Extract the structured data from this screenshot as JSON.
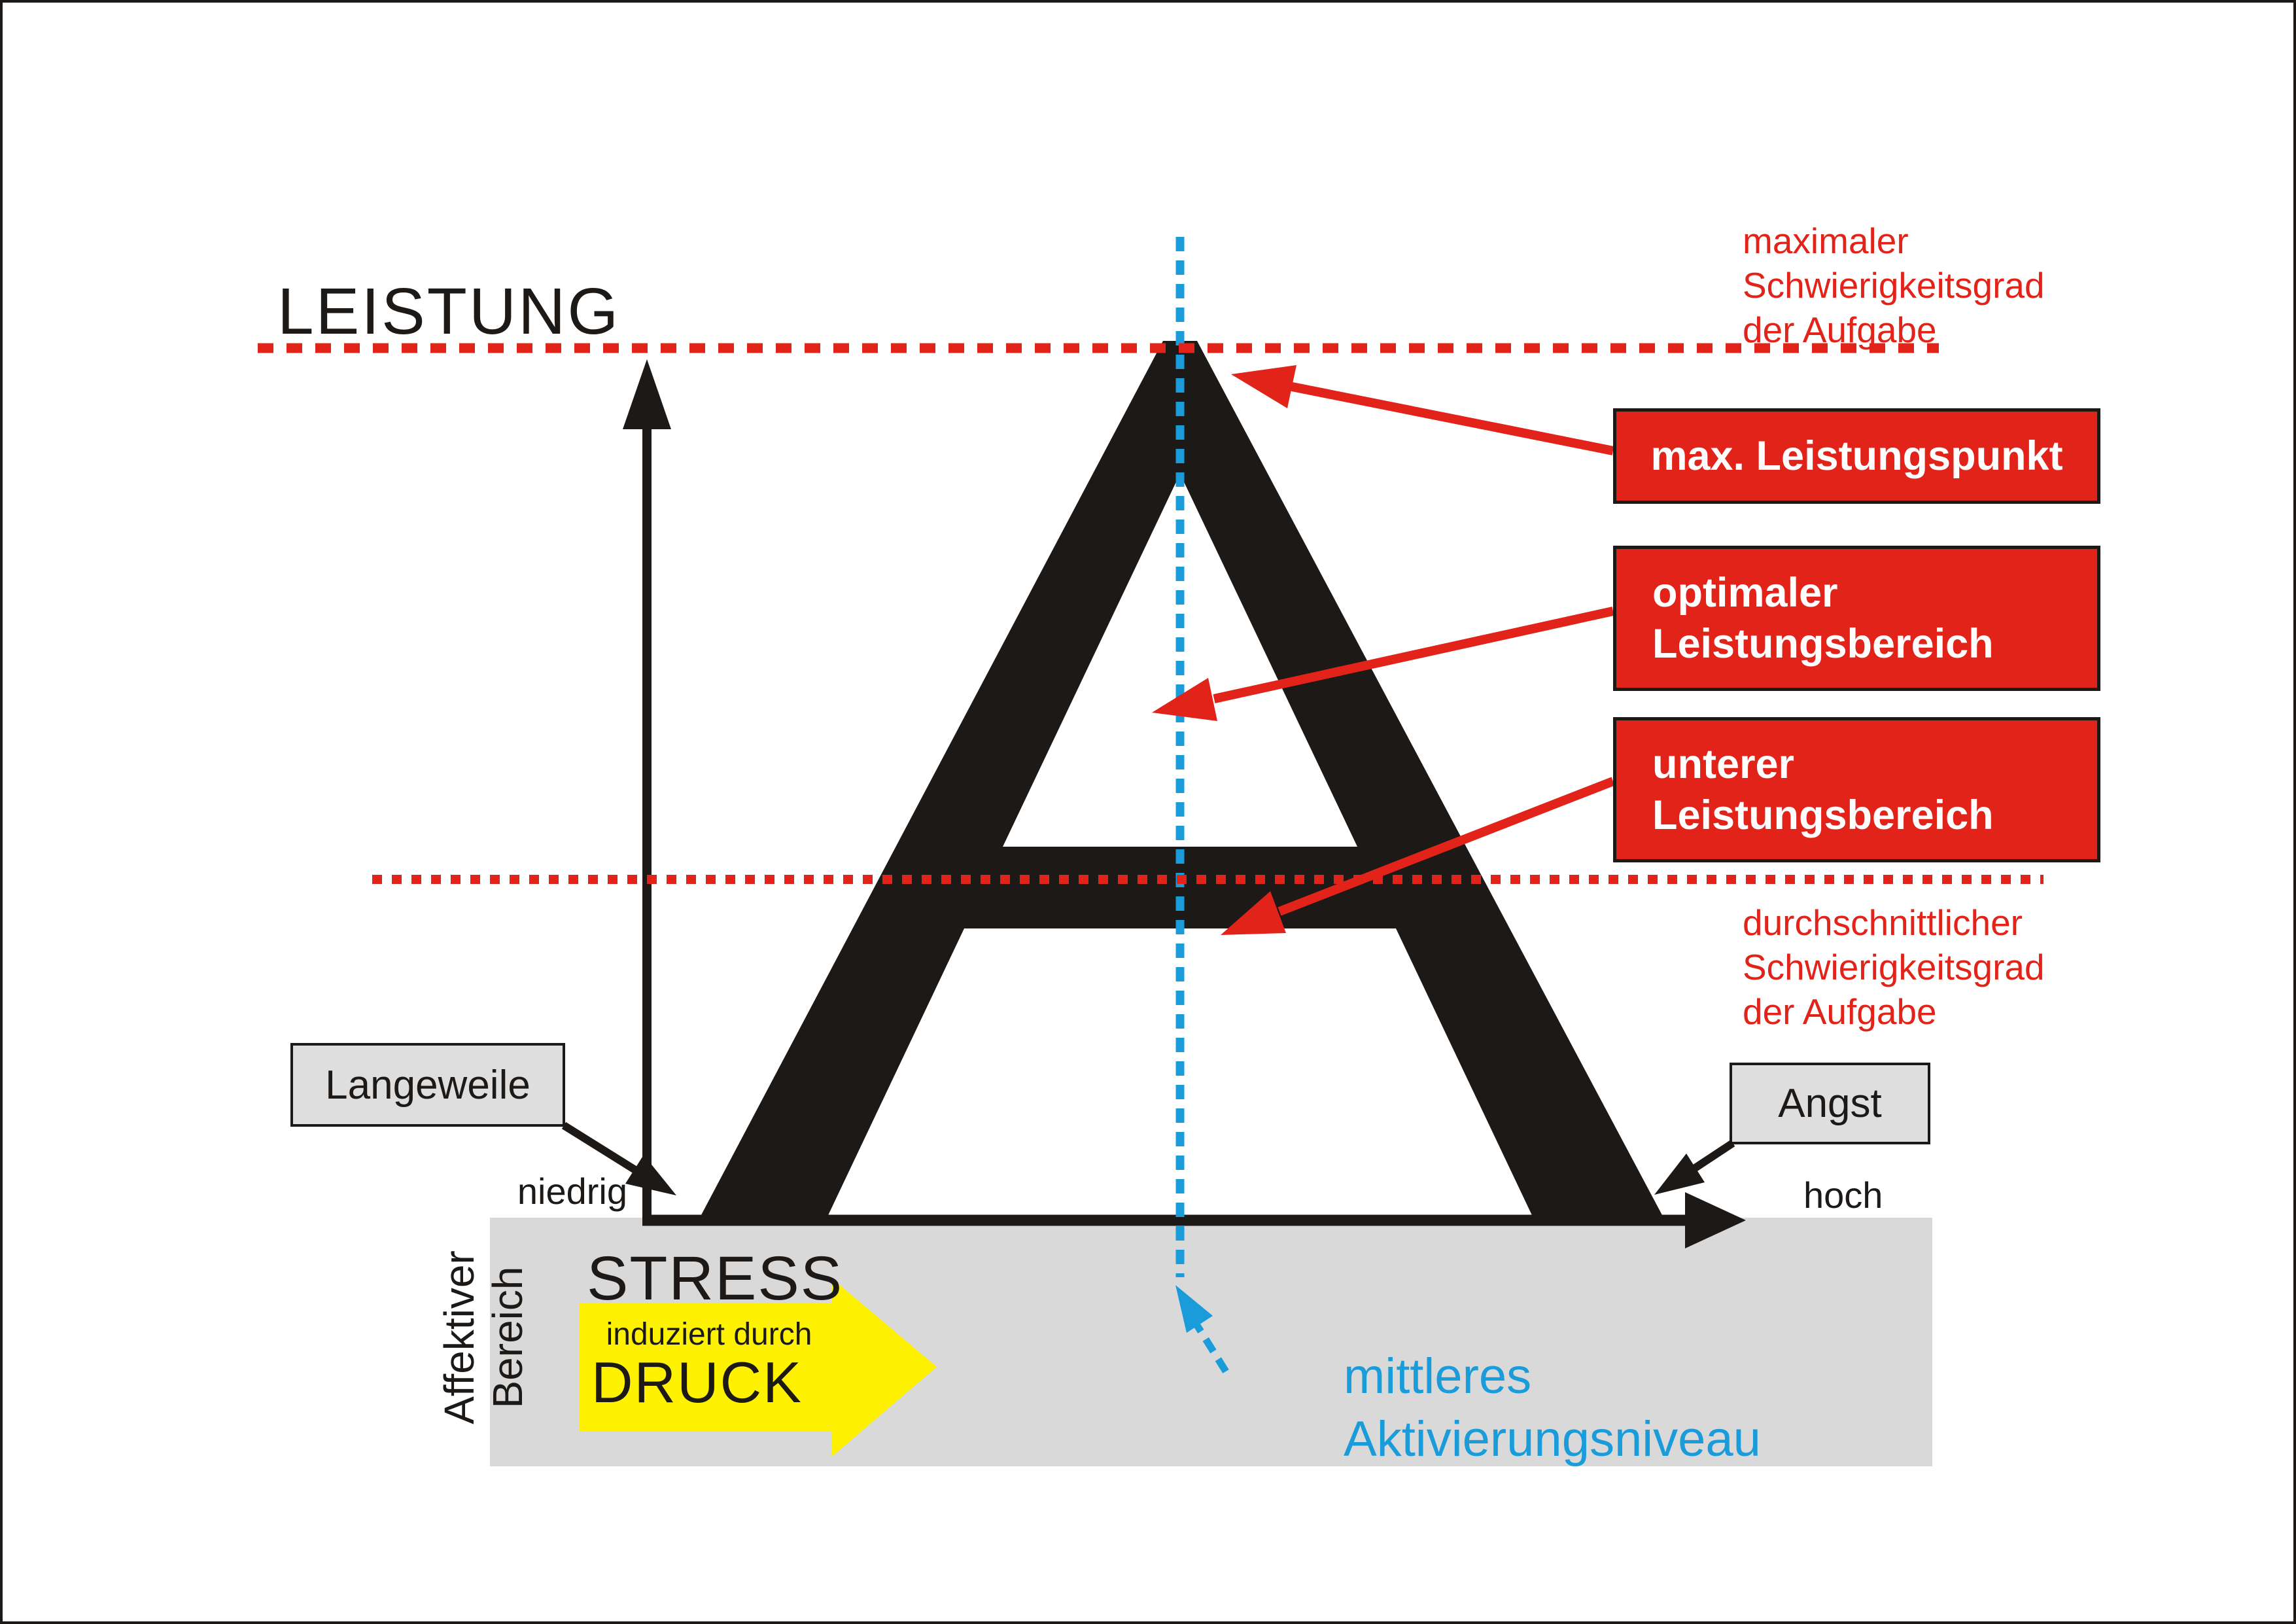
{
  "title": "Leistung-Stress-Diagramm (A-Kurve)",
  "colors": {
    "black": "#1d1916",
    "red": "#e2231a",
    "blue": "#199cd9",
    "yellow": "#fff200",
    "gray_bar": "#d9d9d9",
    "gray_box": "#dedede",
    "white": "#ffffff"
  },
  "axes": {
    "y_label": "LEISTUNG",
    "x_low": "niedrig",
    "x_high": "hoch"
  },
  "labels": {
    "red_note_top": [
      "maximaler",
      "Schwierigkeitsgrad",
      "der Aufgabe"
    ],
    "red_note_mid": [
      "durchschnittlicher",
      "Schwierigkeitsgrad",
      "der Aufgabe"
    ],
    "box_max_point": "max. Leistungspunkt",
    "box_optimal": [
      "optimaler",
      "Leistungsbereich"
    ],
    "box_lower": [
      "unterer",
      "Leistungsbereich"
    ],
    "boredom": "Langeweile",
    "anxiety": "Angst",
    "affective_area": [
      "Affektiver",
      "Bereich"
    ],
    "stress": "STRESS",
    "induced_by": "induziert durch",
    "pressure": "DRUCK",
    "activation_level": [
      "mittleres",
      "Aktivierungsniveau"
    ]
  }
}
